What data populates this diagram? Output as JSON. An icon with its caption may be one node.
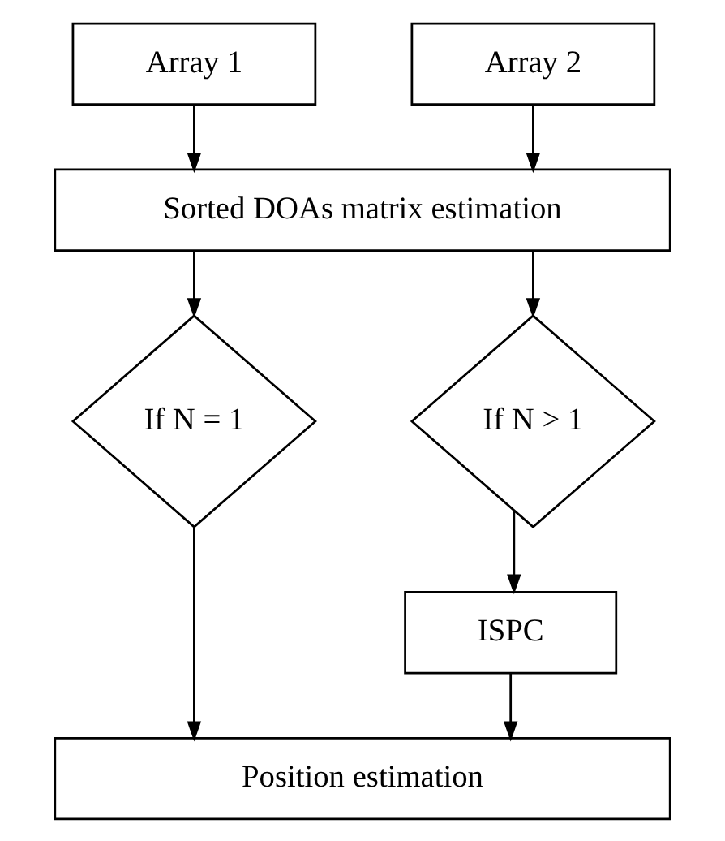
{
  "diagram": {
    "nodes": [
      {
        "text": [
          "Array 1"
        ]
      },
      {
        "text": [
          "Array 2"
        ]
      },
      {
        "text": [
          "Sorted DOAs matrix estimation"
        ]
      },
      {
        "text": [
          "If N = 1"
        ]
      },
      {
        "text": [
          "If N > 1"
        ]
      },
      {
        "text": [
          "ISPC"
        ]
      },
      {
        "text": [
          "Position estimation"
        ]
      }
    ],
    "edges": [
      {
        "from": 0,
        "to": 2,
        "arrow": "to"
      },
      {
        "from": 1,
        "to": 2,
        "arrow": "to"
      },
      {
        "from": 2,
        "to": 3,
        "arrow": "to"
      },
      {
        "from": 2,
        "to": 4,
        "arrow": "to"
      },
      {
        "from": 4,
        "to": 5,
        "arrow": "to"
      },
      {
        "from": 3,
        "to": 6,
        "arrow": "to"
      },
      {
        "from": 5,
        "to": 6,
        "arrow": "to"
      }
    ]
  }
}
